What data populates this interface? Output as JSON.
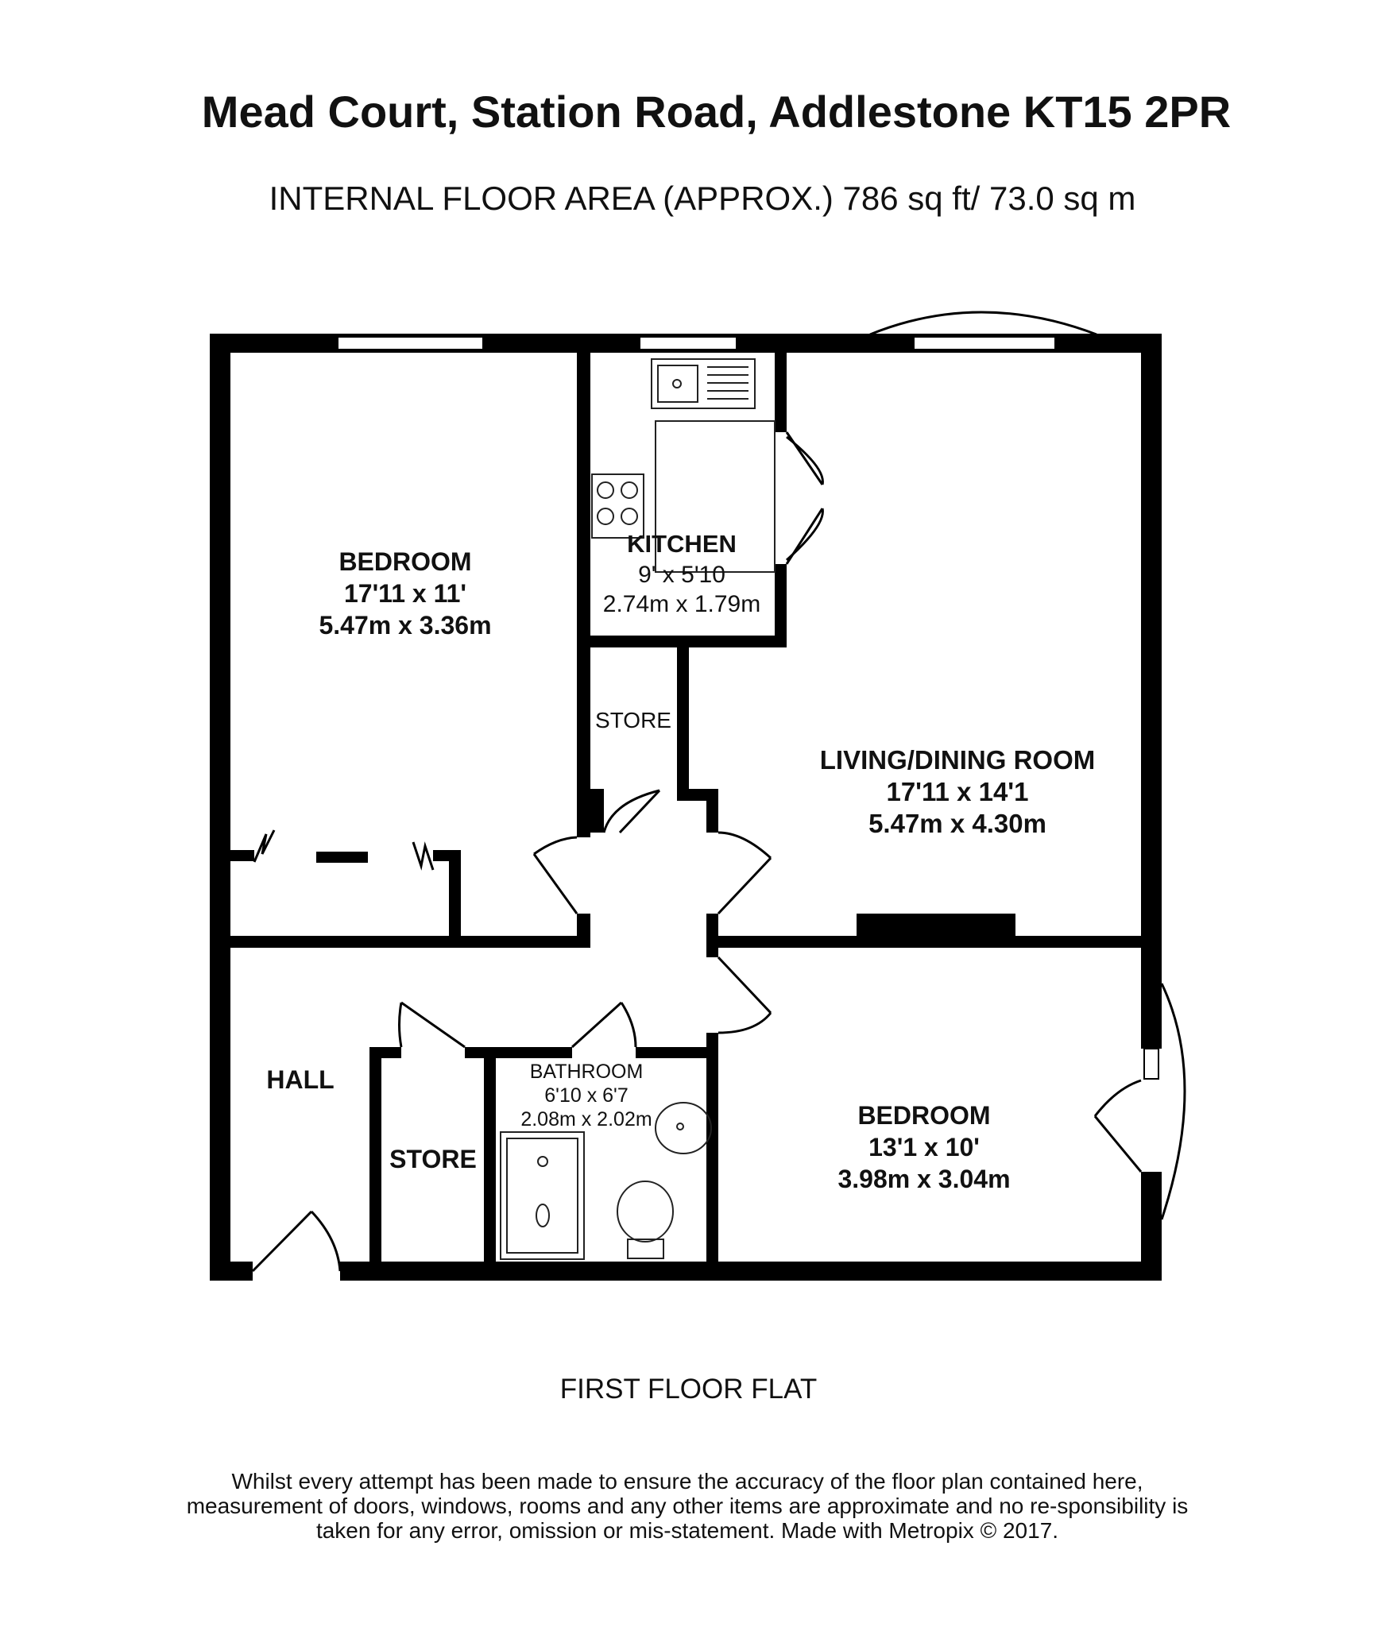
{
  "header": {
    "address": "Mead Court, Station Road, Addlestone KT15 2PR",
    "floor_area": "INTERNAL FLOOR AREA (APPROX.) 786 sq ft/ 73.0 sq m"
  },
  "rooms": {
    "bedroom_1": {
      "name": "BEDROOM",
      "imperial": "17'11 x 11'",
      "metric": "5.47m x 3.36m"
    },
    "kitchen": {
      "name": "KITCHEN",
      "imperial": "9' x 5'10",
      "metric": "2.74m x 1.79m"
    },
    "store_1": {
      "name": "STORE"
    },
    "living": {
      "name": "LIVING/DINING ROOM",
      "imperial": "17'11 x 14'1",
      "metric": "5.47m x 4.30m"
    },
    "hall": {
      "name": "HALL"
    },
    "store_2": {
      "name": "STORE"
    },
    "bathroom": {
      "name": "BATHROOM",
      "imperial": "6'10 x 6'7",
      "metric": "2.08m x 2.02m"
    },
    "bedroom_2": {
      "name": "BEDROOM",
      "imperial": "13'1 x 10'",
      "metric": "3.98m x 3.04m"
    }
  },
  "footer": {
    "floor_name": "FIRST FLOOR FLAT",
    "disclaimer": "Whilst every attempt has been made to ensure the accuracy of the floor plan contained here, measurement of doors, windows, rooms and any other items are approximate and no re-sponsibility is taken for any error, omission or mis-statement. Made with Metropix © 2017."
  },
  "colors": {
    "wall": "#000000",
    "window": "#ffffff",
    "fixture_line": "#222222"
  }
}
